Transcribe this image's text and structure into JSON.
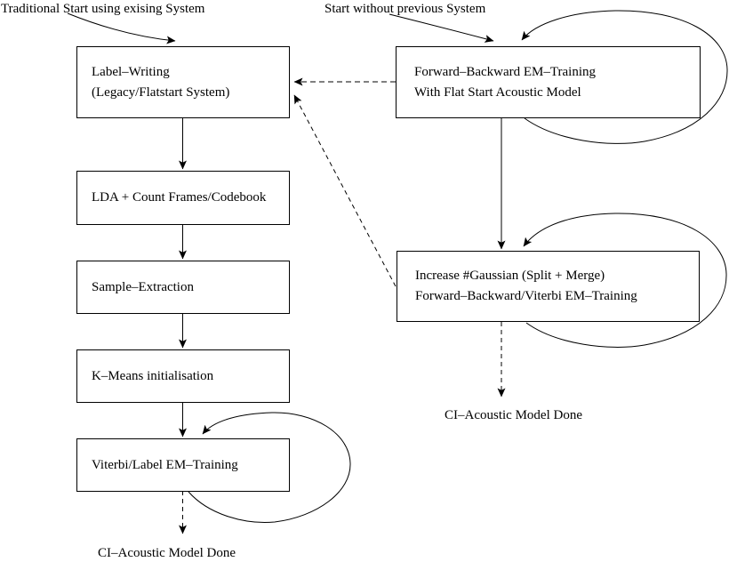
{
  "diagram": {
    "entry_labels": {
      "traditional": "Traditional Start using exising System",
      "flat": "Start without previous System"
    },
    "boxes": {
      "label_writing": {
        "line1": "Label–Writing",
        "line2": "(Legacy/Flatstart System)"
      },
      "lda": {
        "line1": "LDA + Count Frames/Codebook"
      },
      "sample_extraction": {
        "line1": "Sample–Extraction"
      },
      "kmeans": {
        "line1": "K–Means initialisation"
      },
      "viterbi": {
        "line1": "Viterbi/Label EM–Training"
      },
      "forward_backward": {
        "line1": "Forward–Backward EM–Training",
        "line2": "With Flat Start Acoustic Model"
      },
      "increase_gaussian": {
        "line1": "Increase #Gaussian (Split + Merge)",
        "line2": "Forward–Backward/Viterbi EM–Training"
      }
    },
    "end_labels": {
      "left": "CI–Acoustic Model Done",
      "right": "CI–Acoustic Model Done"
    },
    "colors": {
      "line": "#000000",
      "background": "#ffffff"
    }
  }
}
